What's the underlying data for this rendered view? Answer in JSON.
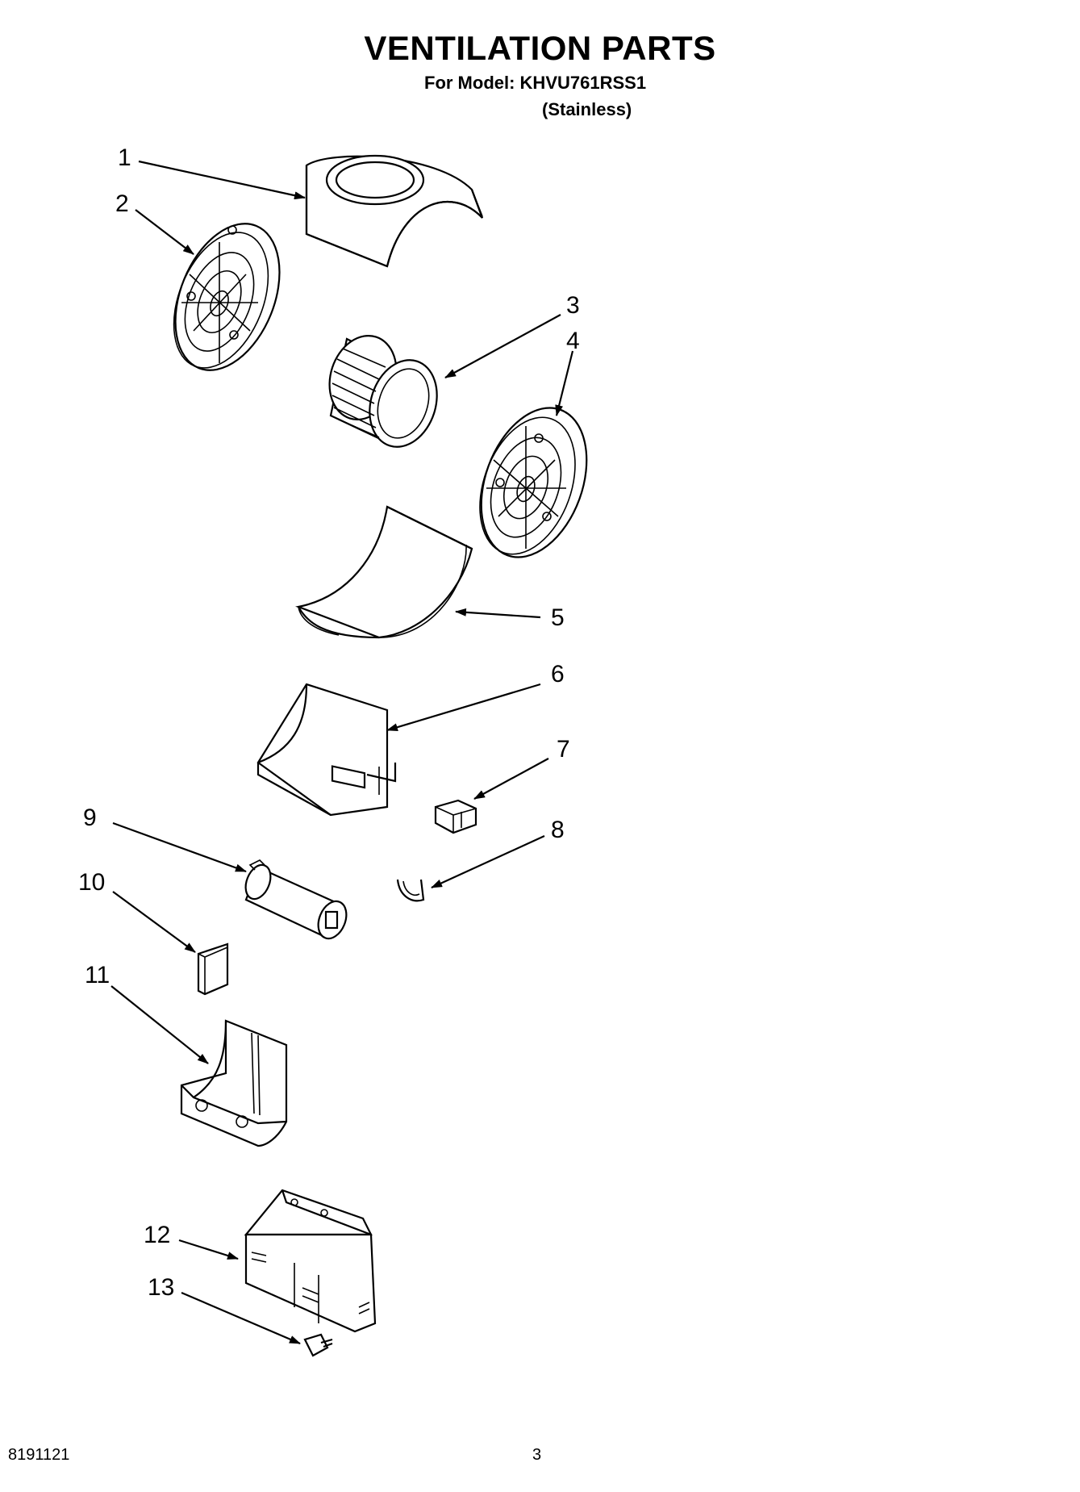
{
  "header": {
    "title": "VENTILATION PARTS",
    "model_line": "For Model: KHVU761RSS1",
    "variant": "(Stainless)"
  },
  "callouts": [
    "1",
    "2",
    "3",
    "4",
    "5",
    "6",
    "7",
    "8",
    "9",
    "10",
    "11",
    "12",
    "13"
  ],
  "footer": {
    "doc_number": "8191121",
    "page_number": "3"
  }
}
